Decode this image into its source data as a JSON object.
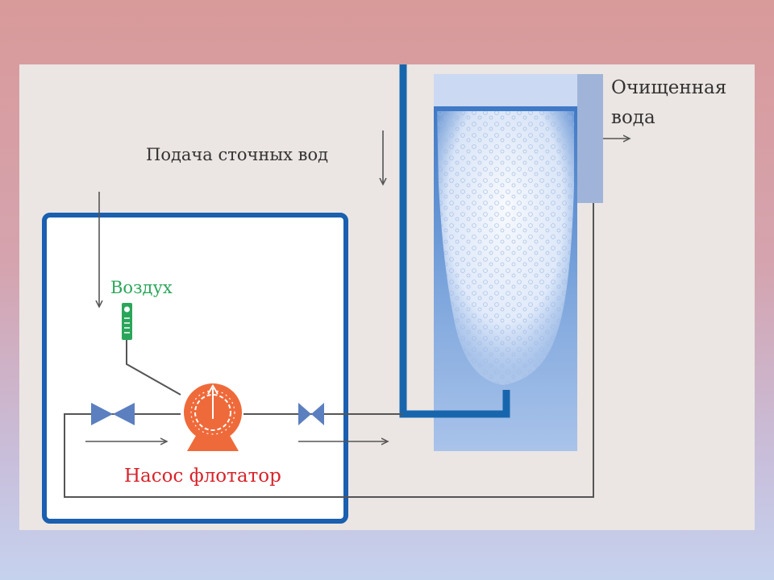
{
  "labels": {
    "clean_water_line1": "Очищенная",
    "clean_water_line2": "вода",
    "wastewater_feed": "Подача сточных вод",
    "air": "Воздух",
    "pump": "Насос флотатор"
  },
  "colors": {
    "background_top": "#d99a9a",
    "background_bottom": "#c5d2ee",
    "panel": "#ebe6e3",
    "module_border": "#1a5fb0",
    "feed_pipe": "#1766ad",
    "pump": "#ef6a3a",
    "valve": "#5b7fbf",
    "air_label": "#2aa65a",
    "pump_label": "#d8232a",
    "text": "#333333"
  },
  "icons": [
    "pump-icon",
    "valve-icon",
    "air-inlet-icon",
    "arrow-icon"
  ]
}
